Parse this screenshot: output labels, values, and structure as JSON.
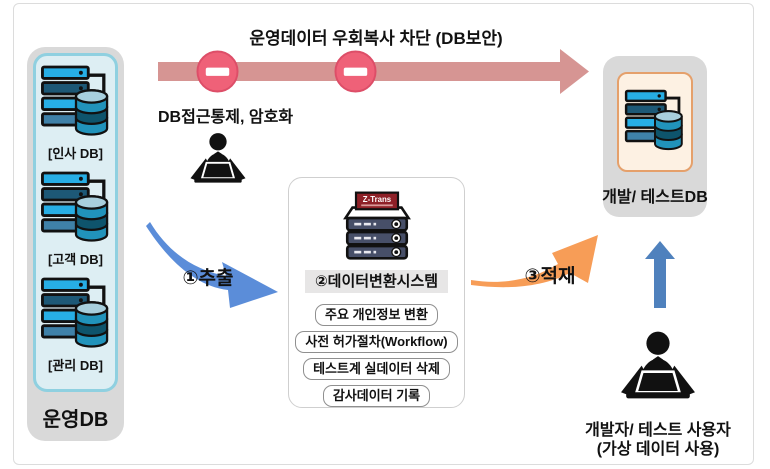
{
  "diagram": {
    "top_flow": {
      "title": "운영데이터 우회복사 차단 (DB보안)",
      "subtitle": "DB접근통제, 암호화"
    },
    "source": {
      "title": "운영DB",
      "databases": [
        "[인사 DB]",
        "[고객 DB]",
        "[관리 DB]"
      ]
    },
    "transform": {
      "title": "②데이터변환시스템",
      "server_label": "Z-Trans",
      "features": [
        "주요 개인정보 변환",
        "사전 허가절차(Workflow)",
        "테스트계 실데이터 삭제",
        "감사데이터 기록"
      ]
    },
    "target": {
      "title": "개발/ 테스트DB"
    },
    "flows": {
      "extract": "①추출",
      "load": "③적재"
    },
    "user": {
      "line1": "개발자/ 테스트 사용자",
      "line2": "(가상 데이터 사용)"
    },
    "colors": {
      "blocked_arrow": "#d69593",
      "no_entry_fill": "#ef6178",
      "extract_arrow": "#5b8dd9",
      "load_arrow": "#f79d57",
      "deploy_arrow": "#4f81bd",
      "panel_gray": "#d9d9d9",
      "source_fill": "#ddeef3",
      "source_border": "#8fd0e0",
      "target_fill": "#fdf1e3",
      "target_border": "#e5a06b",
      "transform_title_bg": "#e7e6e6",
      "ztrans_red": "#8e2027"
    }
  }
}
